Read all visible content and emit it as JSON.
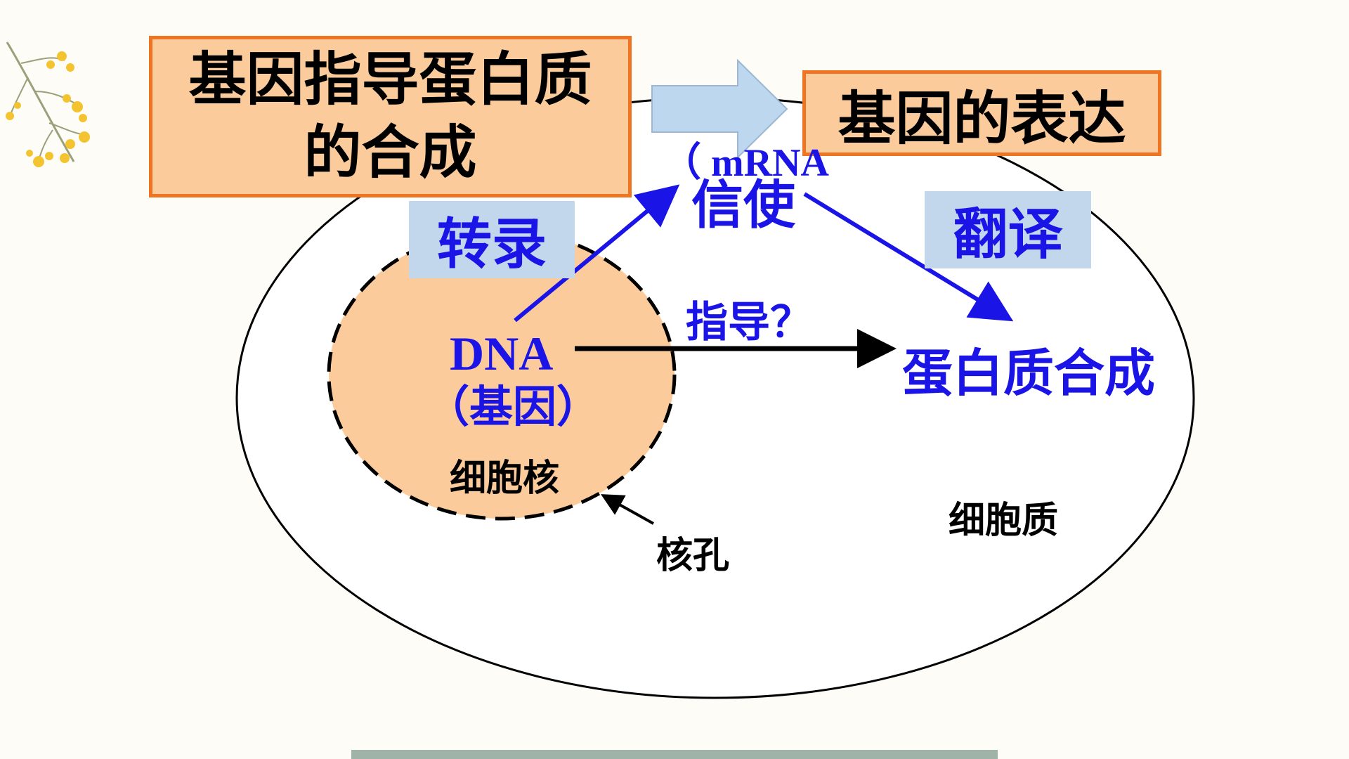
{
  "title": {
    "line1": "基因指导蛋白质",
    "line2": "的合成"
  },
  "expression_box": "基因的表达",
  "labels": {
    "transcription": "转录",
    "translation": "翻译",
    "mrna": "（ mRNA",
    "messenger": "信使",
    "guide_question": "指导？",
    "dna": "DNA",
    "gene": "（基因）",
    "protein_synthesis": "蛋白质合成",
    "nucleus": "细胞核",
    "cytoplasm": "细胞质",
    "nuclear_pore": "核孔"
  },
  "colors": {
    "box_fill": "#fbcb9b",
    "box_border": "#f07522",
    "label_fill": "#c3d7ec",
    "blue_text": "#1a14e6",
    "nucleus_fill": "#fbcb9b",
    "block_arrow": "#bdd7ee"
  }
}
